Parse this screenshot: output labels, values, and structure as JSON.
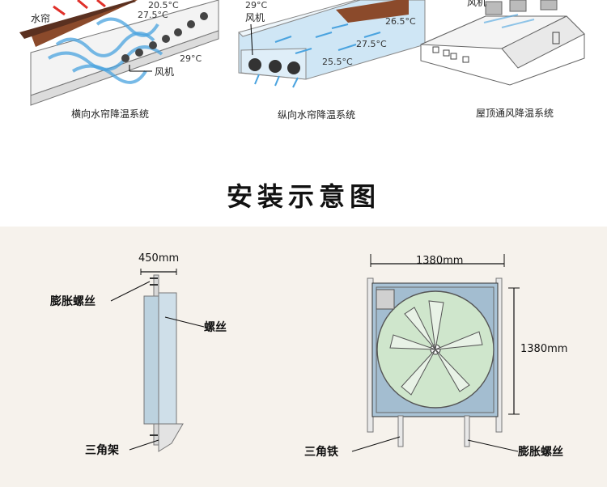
{
  "systems": [
    {
      "caption": "横向水帘降温系统",
      "labels": {
        "curtain": "水帘",
        "fan": "风机"
      },
      "temps": [
        "20.5°C",
        "27.5°C",
        "29°C"
      ]
    },
    {
      "caption": "纵向水帘降温系统",
      "labels": {
        "fan": "风机"
      },
      "temps": [
        "29°C",
        "26.5°C",
        "27.5°C",
        "25.5°C"
      ]
    },
    {
      "caption": "屋顶通风降温系统",
      "labels": {
        "fan": "风机"
      }
    }
  ],
  "section_title": "安装示意图",
  "side_view": {
    "width_dim": "450mm",
    "label_expansion_bolt": "膨胀螺丝",
    "label_screw": "螺丝",
    "label_bracket": "三角架"
  },
  "front_view": {
    "width_dim": "1380mm",
    "height_dim": "1380mm",
    "label_angle_iron": "三角铁",
    "label_expansion_bolt": "膨胀螺丝"
  },
  "colors": {
    "curtain": "#8b4a2b",
    "airflow": "#4aa3df",
    "hot_arrow": "#e0302a",
    "fan_frame": "#a9c3d6",
    "fan_blade_bg": "#cfe6cc",
    "bottom_bg": "#f6f2ec"
  }
}
